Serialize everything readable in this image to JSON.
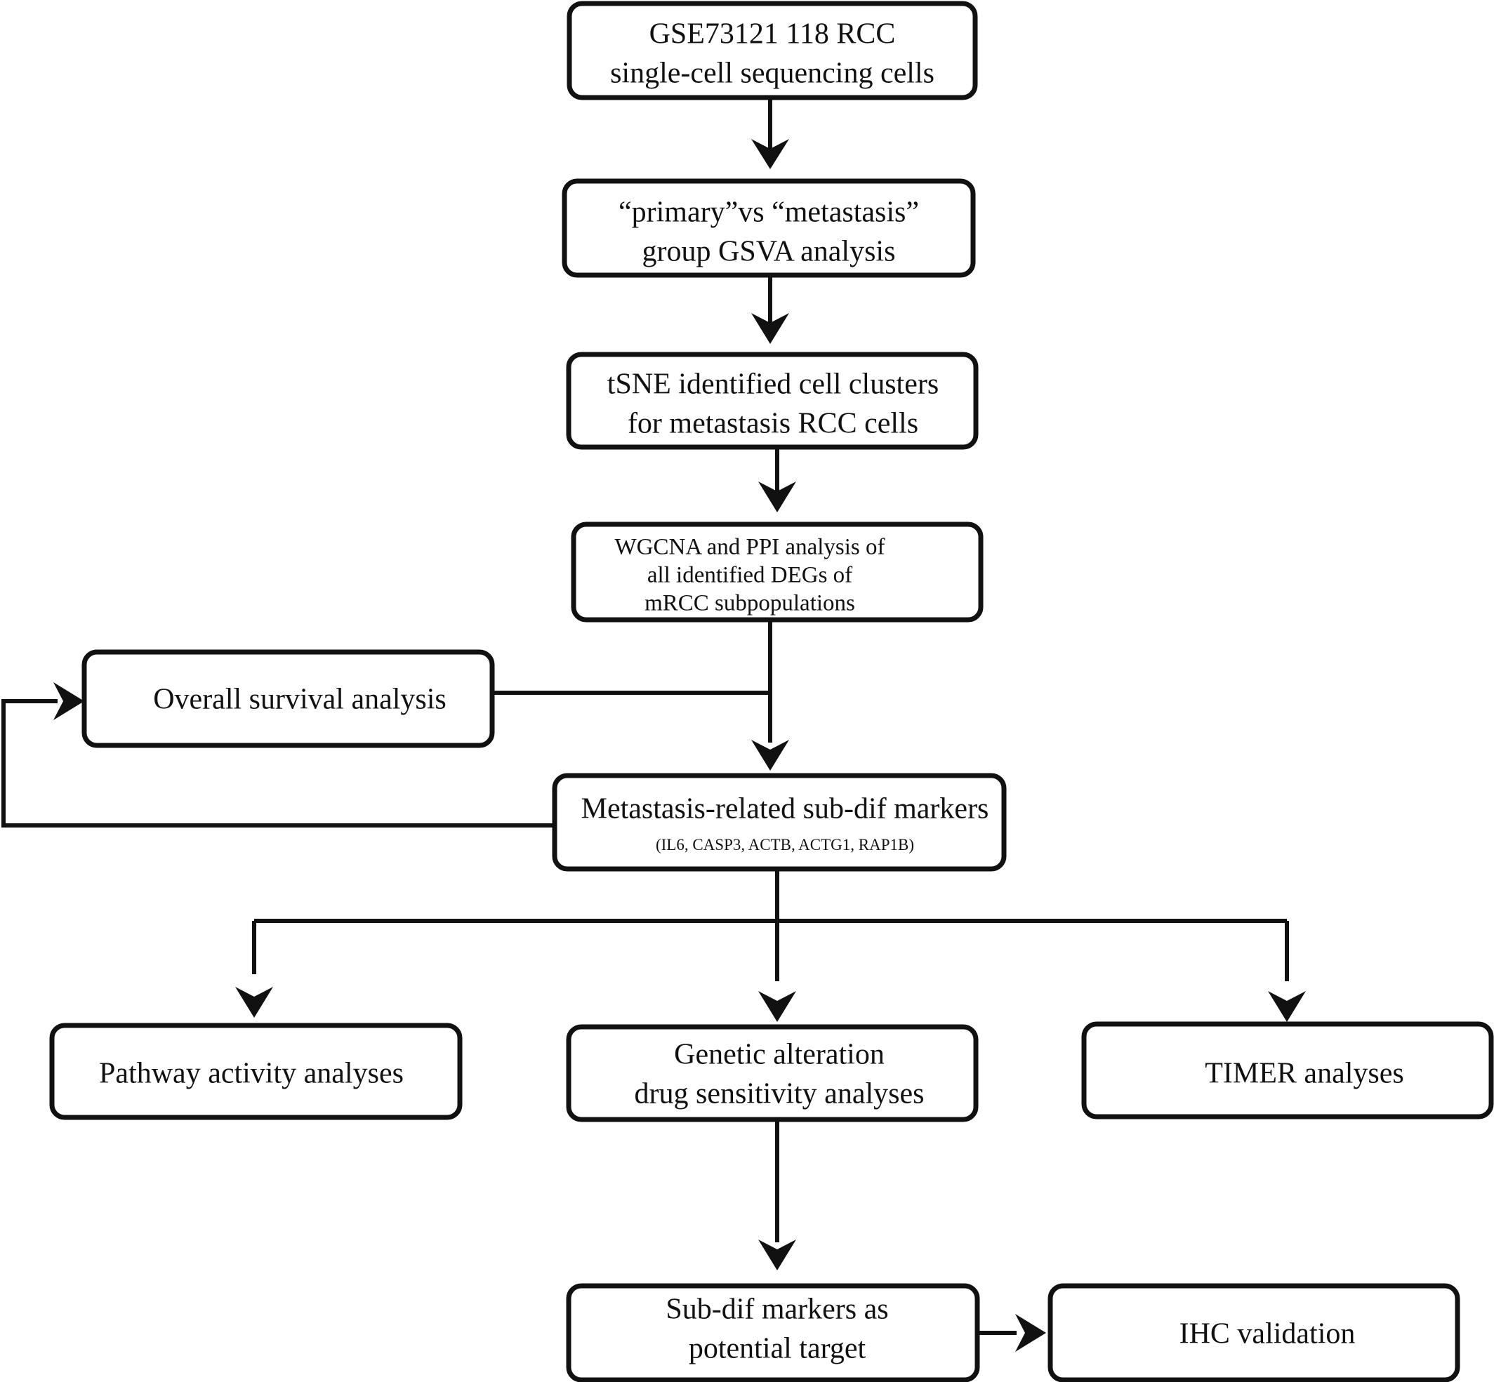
{
  "nodes": {
    "gse": {
      "lines": [
        "GSE73121 118 RCC",
        "single-cell sequencing cells"
      ]
    },
    "gsva": {
      "lines": [
        "“primary”vs “metastasis”",
        "group GSVA analysis"
      ]
    },
    "tsne": {
      "lines": [
        "tSNE identified cell clusters",
        "for metastasis RCC cells"
      ]
    },
    "wgcna": {
      "lines": [
        "WGCNA and PPI analysis of",
        "all identified DEGs of",
        "mRCC subpopulations"
      ]
    },
    "survival": {
      "lines": [
        "Overall survival analysis"
      ]
    },
    "markers": {
      "lines": [
        "Metastasis-related sub-dif markers",
        "(IL6, CASP3, ACTB, ACTG1, RAP1B)"
      ]
    },
    "pathway": {
      "lines": [
        "Pathway activity analyses"
      ]
    },
    "genetic": {
      "lines": [
        "Genetic alteration",
        "drug sensitivity analyses"
      ]
    },
    "timer": {
      "lines": [
        "TIMER analyses"
      ]
    },
    "target": {
      "lines": [
        "Sub-dif markers as",
        "potential target"
      ]
    },
    "ihc": {
      "lines": [
        "IHC validation"
      ]
    }
  },
  "edges": [
    {
      "from": "gse",
      "to": "gsva"
    },
    {
      "from": "gsva",
      "to": "tsne"
    },
    {
      "from": "tsne",
      "to": "wgcna"
    },
    {
      "from": "wgcna",
      "to": "markers"
    },
    {
      "from": "survival",
      "to": "markers"
    },
    {
      "from": "markers",
      "to": "survival"
    },
    {
      "from": "markers",
      "to": "pathway"
    },
    {
      "from": "markers",
      "to": "genetic"
    },
    {
      "from": "markers",
      "to": "timer"
    },
    {
      "from": "genetic",
      "to": "target"
    },
    {
      "from": "target",
      "to": "ihc"
    }
  ],
  "colors": {
    "stroke": "#111111",
    "fill": "#ffffff",
    "text": "#111111"
  }
}
